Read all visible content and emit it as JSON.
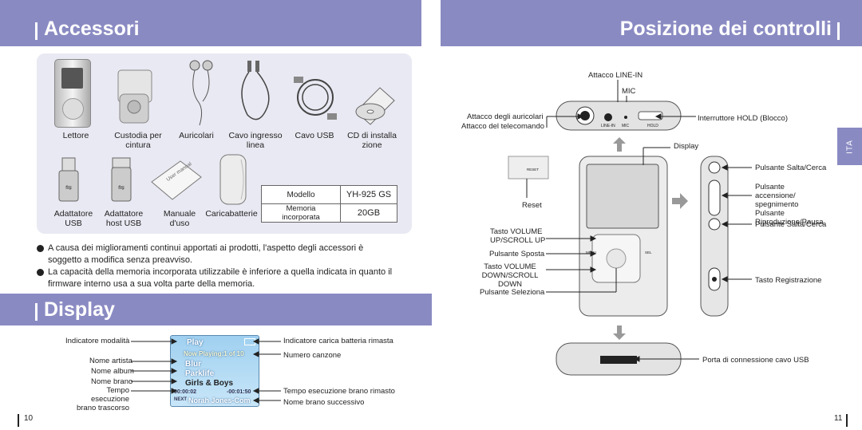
{
  "left_header": {
    "title": "Accessori"
  },
  "right_header": {
    "title": "Posizione dei controlli"
  },
  "display_header": {
    "title": "Display"
  },
  "side_tab": "ITA",
  "accessories": {
    "row1": [
      "Lettore",
      "Custodia per cintura",
      "Auricolari",
      "Cavo ingresso linea",
      "Cavo USB",
      "CD di installa zione"
    ],
    "row2": [
      "Adattatore USB",
      "Adattatore host USB",
      "Manuale d'uso",
      "Caricabatterie"
    ],
    "manual_cover": "User manual",
    "spec_table": {
      "rows": [
        [
          "Modello",
          "YH-925 GS"
        ],
        [
          "Memoria incorporata",
          "20GB"
        ]
      ]
    }
  },
  "notes": [
    "A causa dei miglioramenti continui apportati ai prodotti, l'aspetto degli accessori è soggetto a modifica senza preavviso.",
    "La capacità della memoria incorporata utilizzabile è inferiore a quella indicata in quanto il firmware interno usa a sua volta parte della memoria."
  ],
  "display": {
    "left_labels": [
      "Indicatore modalità",
      "Nome artista",
      "Nome album",
      "Nome brano",
      "Tempo esecuzione brano trascorso"
    ],
    "right_labels": [
      "Indicatore carica batteria rimasta",
      "Numero canzone",
      "Tempo esecuzione brano rimasto",
      "Nome brano successivo"
    ],
    "screen": {
      "mode": "Play",
      "now_playing": "Now Playing:1 of 10",
      "artist": "Blur",
      "album": "Parklife",
      "song": "Girls & Boys",
      "elapsed": "00:00:02",
      "remaining": "-00:01:50",
      "next_label": "NEXT",
      "next_song": "Norah Jones-Com"
    }
  },
  "controls": {
    "top_labels": [
      "Attacco LINE-IN",
      "MIC"
    ],
    "left_top": [
      "Attacco degli auricolari",
      "Attacco del telecomando"
    ],
    "hold": "Interruttore HOLD (Blocco)",
    "display": "Display",
    "reset": "Reset",
    "reset_button": "RESET",
    "left": [
      "Tasto VOLUME UP/SCROLL UP",
      "Pulsante Sposta",
      "Tasto VOLUME DOWN/SCROLL DOWN",
      "Pulsante Seleziona"
    ],
    "right": [
      "Pulsante Salta/Cerca",
      "Pulsante accensione/ spegnimento Pulsante Riproduzione/Pausa",
      "Pulsante Salta/Cerca",
      "Tasto Registrazione"
    ],
    "usb": "Porta di connessione cavo USB",
    "jack_labels": [
      "LINE-IN",
      "MIC",
      "HOLD"
    ],
    "pad_labels": [
      "MENU",
      "SEL"
    ]
  },
  "pages": {
    "left": "10",
    "right": "11"
  }
}
